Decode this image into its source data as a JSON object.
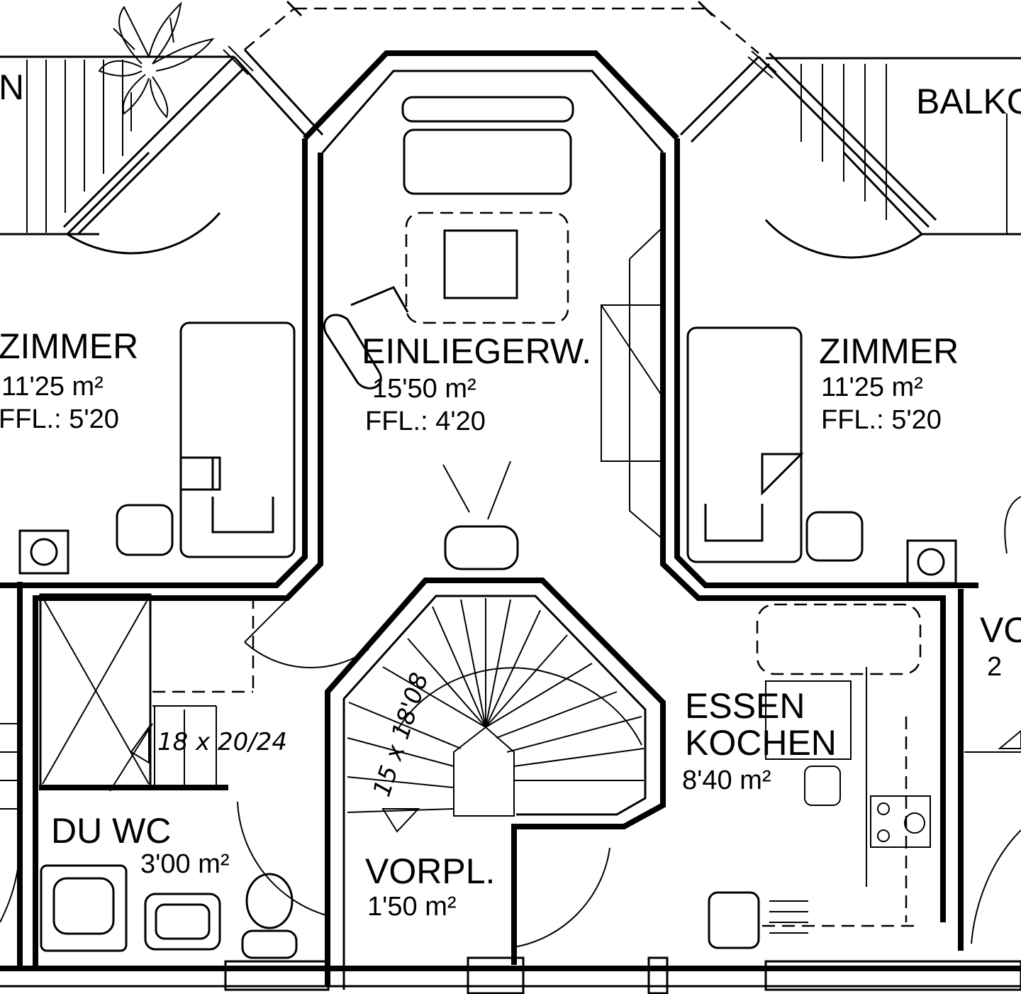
{
  "plan": {
    "rooms": [
      {
        "id": "zimmer-left",
        "name": "ZIMMER",
        "area": "11'25 m²",
        "ffl": "FFL.: 5'20"
      },
      {
        "id": "einliegerw",
        "name": "EINLIEGERW.",
        "area": "15'50 m²",
        "ffl": "FFL.: 4'20"
      },
      {
        "id": "zimmer-right",
        "name": "ZIMMER",
        "area": "11'25 m²",
        "ffl": "FFL.: 5'20"
      },
      {
        "id": "essen-kochen",
        "name": "ESSEN",
        "name2": "KOCHEN",
        "area": "8'40 m²"
      },
      {
        "id": "du-wc",
        "name": "DU WC",
        "area": "3'00 m²"
      },
      {
        "id": "vorpl",
        "name": "VORPL.",
        "area": "1'50 m²"
      }
    ],
    "edge_labels": {
      "left_cut": "N",
      "balcony_right": "BALKO",
      "right_room": "VO",
      "right_room_area": "2"
    },
    "stair": {
      "primary": "15 x 18'08",
      "secondary": "18 x 20/24"
    }
  }
}
